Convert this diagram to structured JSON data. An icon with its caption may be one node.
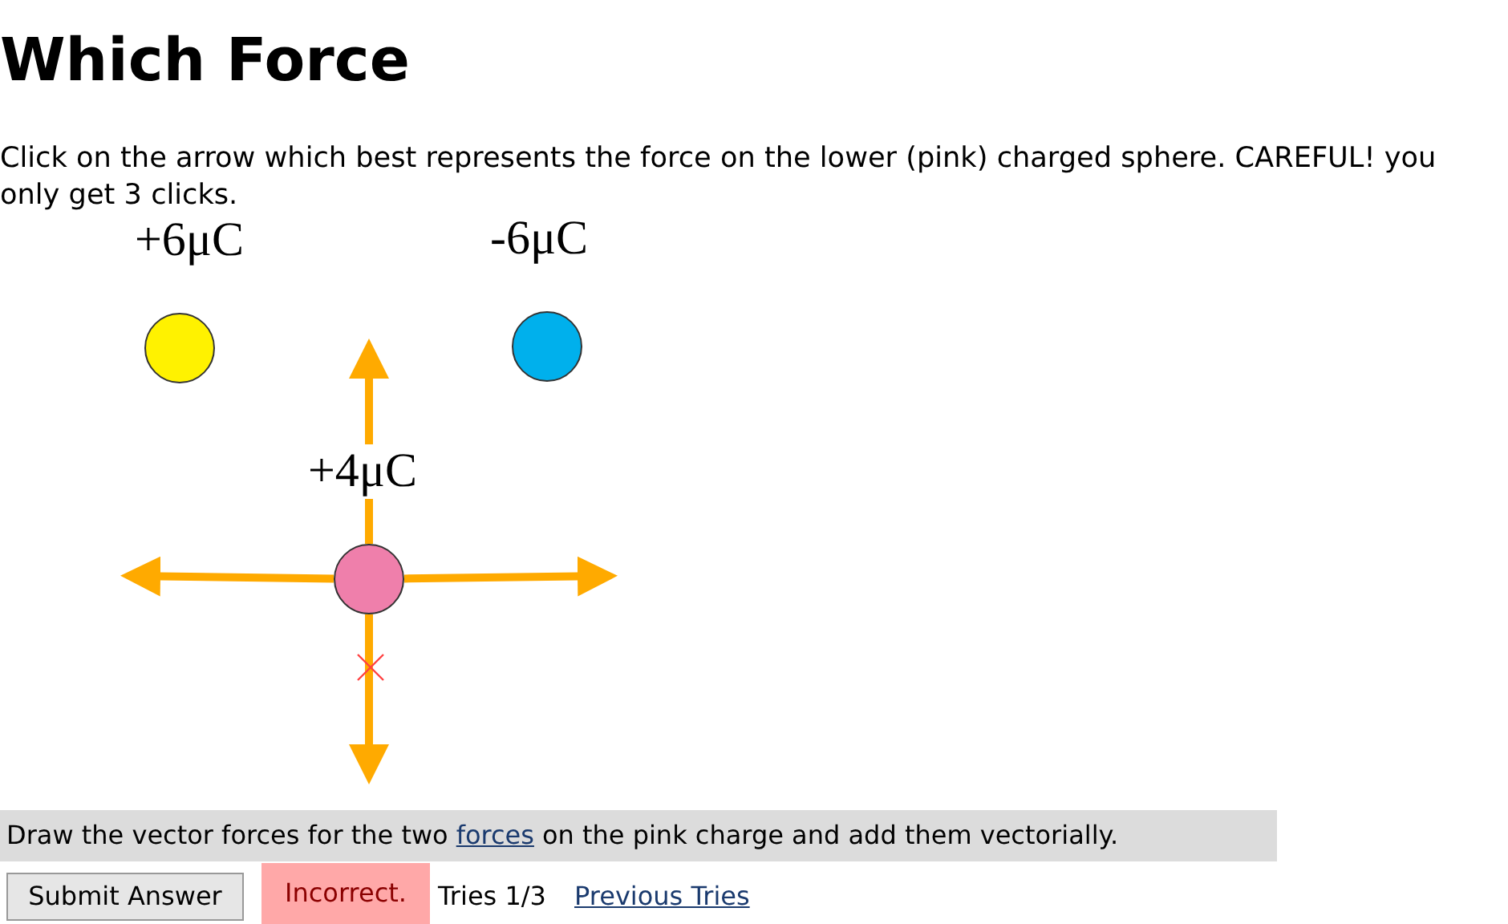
{
  "diagram": {
    "title": "Which Force",
    "nodes": [
      {
        "text": [
          "+6μC"
        ]
      },
      {
        "text": [
          "-6μC"
        ]
      },
      {
        "text": [
          "+4μC"
        ]
      }
    ],
    "edges": [
      {
        "from": 2,
        "to": null,
        "arrow": "to"
      },
      {
        "from": 2,
        "to": null,
        "arrow": "to"
      },
      {
        "from": 2,
        "to": null,
        "arrow": "to"
      },
      {
        "from": 2,
        "to": null,
        "arrow": "to"
      }
    ],
    "labels": [
      "Click on the arrow which best represents the force on the lower (pink) charged sphere. CAREFUL! you only get 3 clicks.",
      "Draw the vector forces for the two",
      "forces",
      "on the pink charge and add them vectorially.",
      "Submit Answer",
      "Incorrect.",
      "Tries 1/3",
      "Previous Tries"
    ]
  }
}
